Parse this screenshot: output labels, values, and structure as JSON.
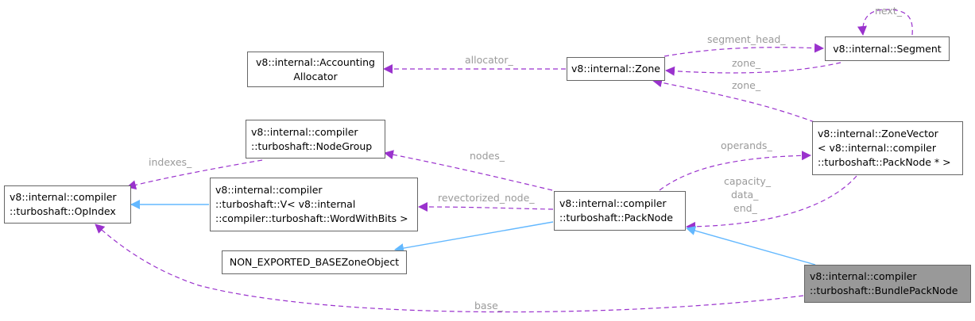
{
  "colors": {
    "dependency": "#9a32cd",
    "inheritance": "#63b8ff",
    "node_border": "#666666",
    "highlight_fill": "#999999",
    "label_text": "#9a9a9a"
  },
  "nodes": {
    "accounting_allocator": [
      "v8::internal::Accounting",
      "Allocator"
    ],
    "zone": [
      "v8::internal::Zone"
    ],
    "segment": [
      "v8::internal::Segment"
    ],
    "node_group": [
      "v8::internal::compiler",
      "::turboshaft::NodeGroup"
    ],
    "zone_vector": [
      "v8::internal::ZoneVector",
      "< v8::internal::compiler",
      "::turboshaft::PackNode * >"
    ],
    "op_index": [
      "v8::internal::compiler",
      "::turboshaft::OpIndex"
    ],
    "v_wordwithbits": [
      "v8::internal::compiler",
      "::turboshaft::V< v8::internal",
      "::compiler::turboshaft::WordWithBits >"
    ],
    "pack_node": [
      "v8::internal::compiler",
      "::turboshaft::PackNode"
    ],
    "non_exported": [
      "NON_EXPORTED_BASEZoneObject"
    ],
    "bundle_pack_node": [
      "v8::internal::compiler",
      "::turboshaft::BundlePackNode"
    ]
  },
  "edge_labels": {
    "next": "next_",
    "segment_head": "segment_head_",
    "zone_a": "zone_",
    "allocator": "allocator_",
    "zone_b": "zone_",
    "indexes": "indexes_",
    "nodes": "nodes_",
    "operands": "operands_",
    "capacity": "capacity_",
    "data": "data_",
    "end": "end_",
    "revectorized_node": "revectorized_node_",
    "base": "base_"
  }
}
